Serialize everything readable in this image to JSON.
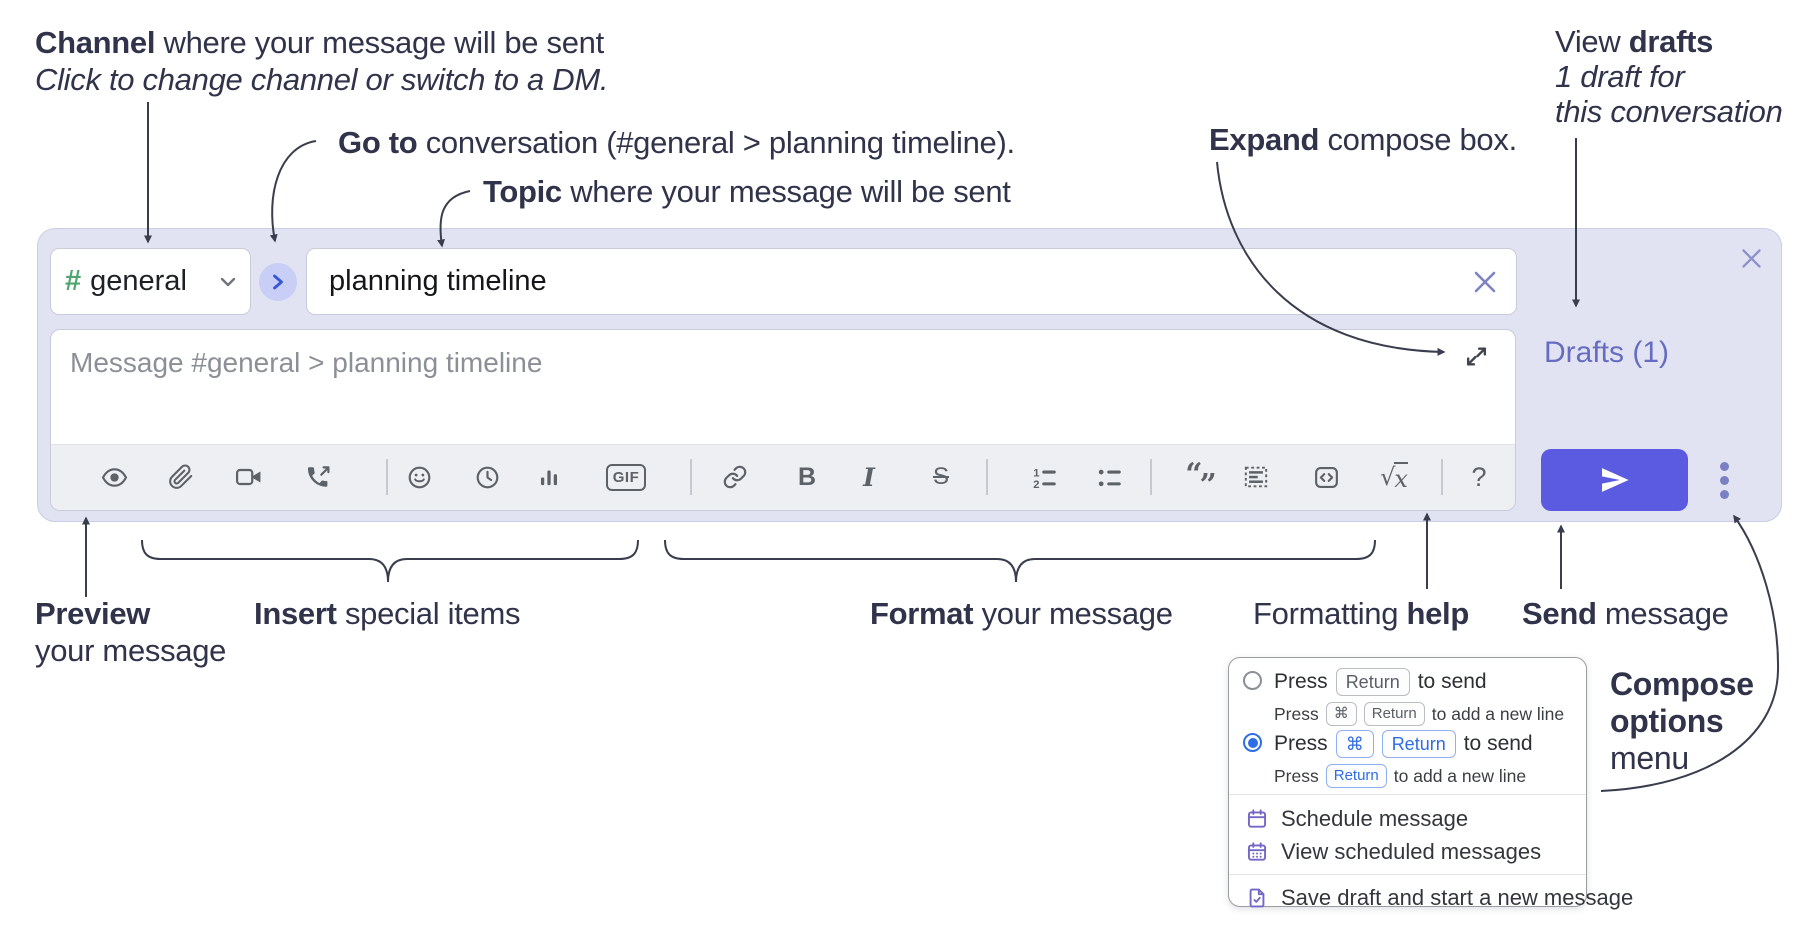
{
  "annotations": {
    "channel": {
      "bold": "Channel",
      "rest": " where your message will be sent",
      "line2": "Click to change channel or switch to a DM."
    },
    "goto": {
      "bold": "Go to",
      "rest": " conversation (#general > planning timeline)."
    },
    "topic": {
      "bold": "Topic",
      "rest": " where your message will be sent"
    },
    "expand": {
      "bold": "Expand",
      "rest": " compose box."
    },
    "view_drafts": {
      "pre": "View ",
      "bold": "drafts",
      "line2": "1 draft for",
      "line3": "this conversation"
    },
    "preview": {
      "bold": "Preview",
      "line2": "your message"
    },
    "insert": {
      "bold": "Insert",
      "rest": " special items"
    },
    "format": {
      "bold": "Format",
      "rest": " your message"
    },
    "help": {
      "pre": "Formatting ",
      "bold": "help"
    },
    "send": {
      "bold": "Send",
      "rest": " message"
    },
    "compose_options": {
      "line1": "Compose",
      "line2": "options",
      "line3": "menu"
    }
  },
  "composer": {
    "channel_hash": "#",
    "channel_name": "general",
    "topic_value": "planning timeline",
    "message_placeholder": "Message #general > planning timeline",
    "drafts_label": "Drafts (1)",
    "toolbar": {
      "gif": "GIF",
      "bold": "B",
      "italic": "I",
      "strike": "S",
      "olist_1": "1",
      "olist_2": "2",
      "quote_open": "“",
      "quote_close": "”",
      "formula_root": "√",
      "formula_var": "x",
      "help": "?"
    }
  },
  "menu": {
    "option_return": {
      "press": "Press",
      "key": "Return",
      "suffix": "to send",
      "sub_press": "Press",
      "sub_key_cmd": "⌘",
      "sub_key_return": "Return",
      "sub_suffix": "to add a new line"
    },
    "option_cmd_return": {
      "press": "Press",
      "key_cmd": "⌘",
      "key_return": "Return",
      "suffix": "to send",
      "sub_press": "Press",
      "sub_key": "Return",
      "sub_suffix": "to add a new line"
    },
    "items": [
      {
        "label": "Schedule message"
      },
      {
        "label": "View scheduled messages"
      },
      {
        "label": "Save draft and start a new message"
      }
    ]
  },
  "colors": {
    "send_button": "#5a5be0",
    "accent_blue": "#2e6de5",
    "composer_bg": "#e1e3f2",
    "drafts_link": "#666dc0",
    "hash_green": "#4ea56f",
    "menu_icon_purple": "#7468c6"
  }
}
